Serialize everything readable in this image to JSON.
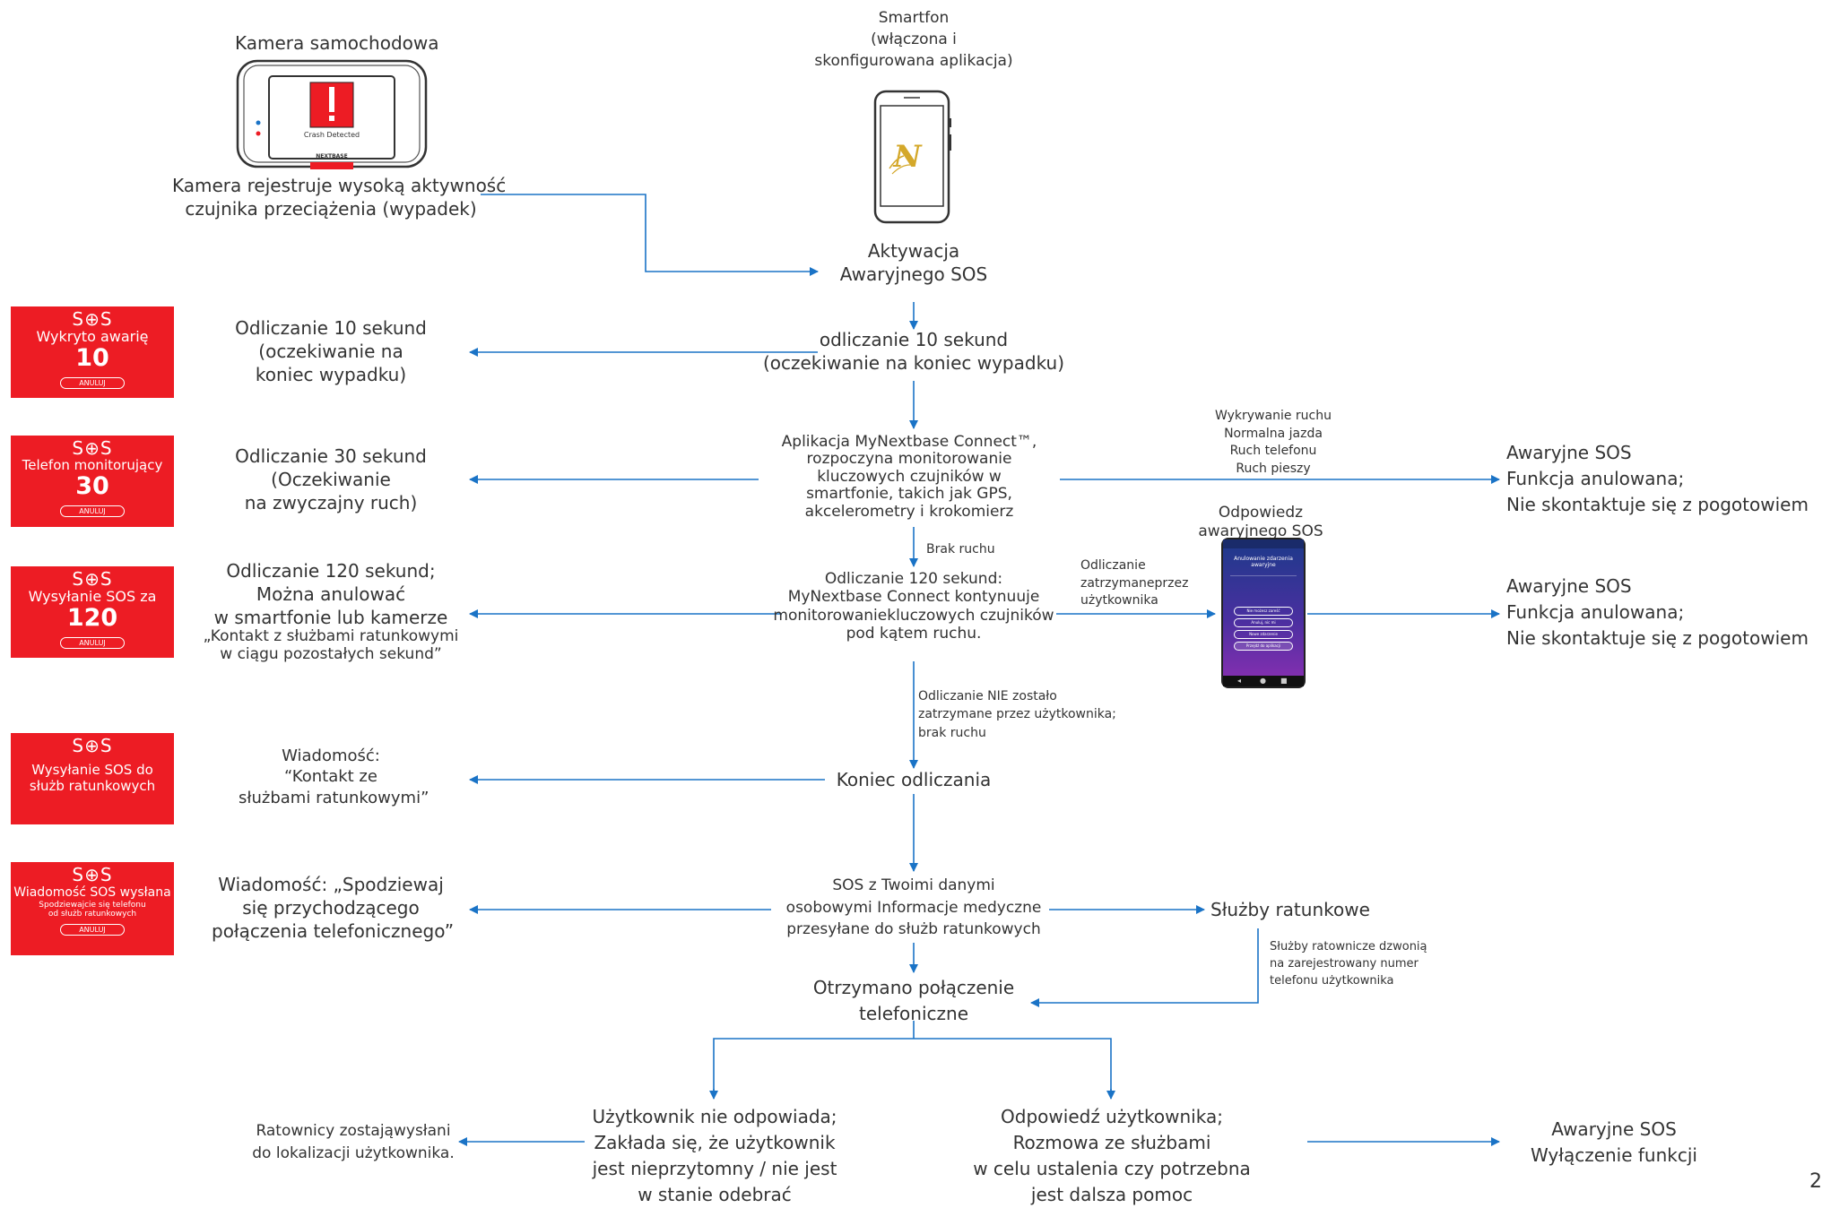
{
  "camera": {
    "title": "Kamera samochodowa",
    "screen_text": "Crash Detected",
    "brand": "NEXTBASE",
    "event": [
      "Kamera rejestruje wysoką aktywność",
      "czujnika przeciążenia (wypadek)"
    ]
  },
  "phone": {
    "title": [
      "Smartfon",
      "(włączona i",
      "skonfigurowana aplikacja)"
    ]
  },
  "activation": [
    "Aktywacja",
    "Awaryjnego SOS"
  ],
  "step_countdown10": [
    "odliczanie 10 sekund",
    "(oczekiwanie na koniec wypadku)"
  ],
  "step_monitoring": [
    "Aplikacja MyNextbase Connect™,",
    "rozpoczyna monitorowanie",
    "kluczowych czujników w",
    "smartfonie, takich jak GPS,",
    "akcelerometry i krokomierz"
  ],
  "label_no_motion": "Brak ruchu",
  "step_countdown120": [
    "Odliczanie 120 sekund:",
    "MyNextbase Connect kontynuuje",
    "monitorowaniekluczowych czujników",
    "pod kątem ruchu."
  ],
  "label_not_stopped": [
    "Odliczanie NIE zostało",
    "zatrzymane przez użytkownika;",
    "brak ruchu"
  ],
  "step_end": "Koniec odliczania",
  "step_send": [
    "SOS z Twoimi danymi",
    "osobowymi Informacje medyczne",
    "przesyłane do służb ratunkowych"
  ],
  "emergency_services": "Służby ratunkowe",
  "label_callback": [
    "Służby ratownicze dzwonią",
    "na zarejestrowany numer",
    "telefonu użytkownika"
  ],
  "step_call": [
    "Otrzymano połączenie",
    "telefoniczne"
  ],
  "no_answer": [
    "Użytkownik nie odpowiada;",
    "Zakłada się, że użytkownik",
    "jest nieprzytomny / nie jest",
    "w stanie odebrać"
  ],
  "dispatched": [
    "Ratownicy zostająwysłani",
    "do lokalizacji użytkownika."
  ],
  "answer": [
    "Odpowiedź użytkownika;",
    "Rozmowa ze służbami",
    "w celu ustalenia czy potrzebna",
    "jest dalsza pomoc"
  ],
  "feature_off": [
    "Awaryjne SOS",
    "Wyłączenie funkcji"
  ],
  "motion_detect": [
    "Wykrywanie ruchu",
    "Normalna jazda",
    "Ruch telefonu",
    "Ruch pieszy"
  ],
  "cancelled_1": [
    "Awaryjne SOS",
    "Funkcja anulowana;",
    "Nie skontaktuje się z pogotowiem"
  ],
  "cancelled_2": [
    "Awaryjne SOS",
    "Funkcja anulowana;",
    "Nie skontaktuje się z pogotowiem"
  ],
  "user_response_title": [
    "Odpowiedz",
    "awaryjnego SOS"
  ],
  "label_user_stopped": [
    "Odliczanie",
    "zatrzymaneprzez",
    "użytkownika"
  ],
  "mini_phone": {
    "header": "Anulowanie zdarzenia awaryjne",
    "buttons": [
      "Nie możesz zareść",
      "Anuluj, nic mi",
      "Nowe zdarzenie",
      "Przejdź do aplikacji"
    ]
  },
  "left_msgs": {
    "m1": [
      "Odliczanie 10 sekund",
      "(oczekiwanie na",
      "koniec wypadku)"
    ],
    "m2": [
      "Odliczanie 30 sekund",
      "(Oczekiwanie",
      "na zwyczajny ruch)"
    ],
    "m3": [
      "Odliczanie 120 sekund;",
      "Można anulować",
      "w smartfonie lub kamerze"
    ],
    "m3b": [
      "„Kontakt z służbami ratunkowymi",
      "w ciągu pozostałych sekund”"
    ],
    "m4": [
      "Wiadomość:",
      "“Kontakt ze",
      "służbami ratunkowymi”"
    ],
    "m5": [
      "Wiadomość: „Spodziewaj",
      "się przychodzącego",
      "połączenia telefonicznego”"
    ]
  },
  "sos_screens": [
    {
      "logo": "S⊕S",
      "title": "Wykryto awarię",
      "num": "10",
      "button": "ANULUJ"
    },
    {
      "logo": "S⊕S",
      "title": "Telefon monitorujący",
      "num": "30",
      "button": "ANULUJ"
    },
    {
      "logo": "S⊕S",
      "title": "Wysyłanie SOS za",
      "num": "120",
      "button": "ANULUJ"
    },
    {
      "logo": "S⊕S",
      "title": "Wysyłanie SOS do",
      "title_b": "służb ratunkowych"
    },
    {
      "logo": "S⊕S",
      "title": "Wiadomość SOS wysłana",
      "sub": "Spodziewajcie się telefonu",
      "sub_b": "od służb ratunkowych",
      "button": "ANULUJ"
    }
  ],
  "page_number": "2",
  "colors": {
    "arrow": "#1a73c6",
    "sos_red": "#ed1c24",
    "text": "#333333"
  }
}
